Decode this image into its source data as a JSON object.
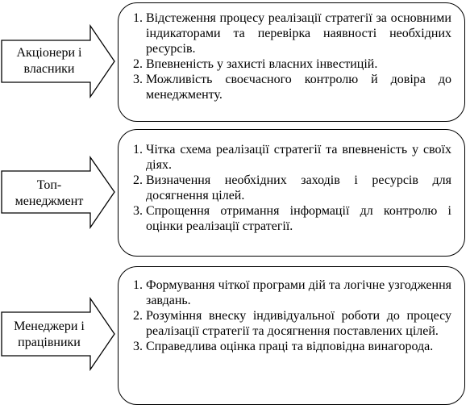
{
  "colors": {
    "stroke": "#000000",
    "fill": "#ffffff",
    "text": "#000000"
  },
  "rows": [
    {
      "actor": "Акціонери і\nвласники",
      "items": [
        {
          "num": "1.",
          "text": "Відстеження процесу реалізації стратегії за основними індикаторами та перевірка наявності необхідних ресурсів."
        },
        {
          "num": "2.",
          "text": "Впевненість у захисті власних інвестицій."
        },
        {
          "num": "3.",
          "text": "Можливість своєчасного контролю й довіра до менеджменту."
        }
      ]
    },
    {
      "actor": "Топ-\nменеджмент",
      "items": [
        {
          "num": "1.",
          "text": "Чітка схема реалізації стратегії та впевненість у своїх діях."
        },
        {
          "num": "2.",
          "text": "Визначення необхідних заходів і ресурсів для досягнення цілей."
        },
        {
          "num": "3.",
          "text": "Спрощення отримання інформації дл контролю і оцінки реалізації стратегії."
        }
      ]
    },
    {
      "actor": "Менеджери і\nпрацівники",
      "items": [
        {
          "num": "1.",
          "text": "Формування чіткої програми дій та логічне узгодження завдань."
        },
        {
          "num": "2.",
          "text": "Розуміння внеску індивідуальної роботи до процесу реалізації стратегії та досягнення поставлених цілей."
        },
        {
          "num": "3.",
          "text": "Справедлива оцінка праці та відповідна винагорода."
        }
      ]
    }
  ]
}
